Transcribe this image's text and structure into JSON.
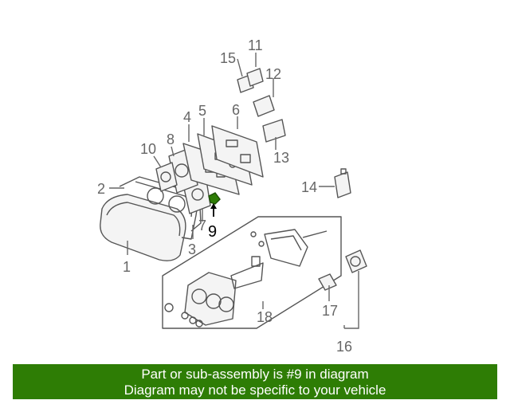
{
  "diagram": {
    "highlight_color": "#2e7d05",
    "highlighted_part": "9",
    "callouts": {
      "c1": "1",
      "c2": "2",
      "c3": "3",
      "c4": "4",
      "c5": "5",
      "c6": "6",
      "c7": "7",
      "c8": "8",
      "c9": "9",
      "c10": "10",
      "c11": "11",
      "c12": "12",
      "c13": "13",
      "c14": "14",
      "c15": "15",
      "c16": "16",
      "c17": "17",
      "c18": "18"
    }
  },
  "banner": {
    "line1": "Part or sub-assembly is #9 in diagram",
    "line2": "Diagram may not be specific to your vehicle",
    "color": "#2e7d05"
  }
}
